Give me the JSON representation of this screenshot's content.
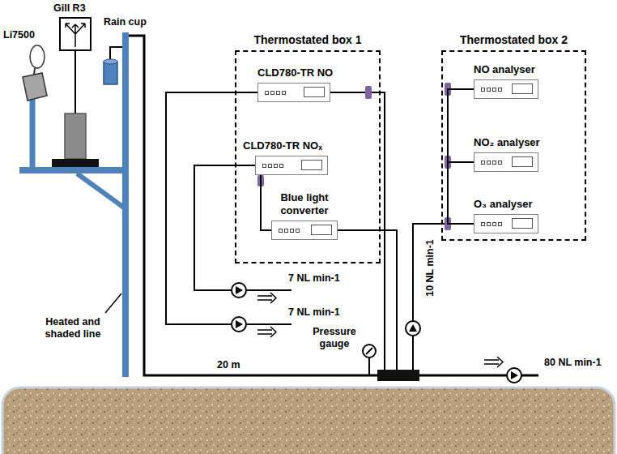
{
  "diagram": {
    "nodes": [
      {
        "text": [
          "Thermostated box 1"
        ]
      },
      {
        "text": [
          "CLD780-TR NO"
        ],
        "in": 0
      },
      {
        "text": [
          "CLD780-TR NOₓ"
        ],
        "in": 0
      },
      {
        "text": [
          "Blue light converter"
        ],
        "in": 0
      },
      {
        "text": [
          "Thermostated box 2"
        ]
      },
      {
        "text": [
          "NO analyser"
        ],
        "in": 4
      },
      {
        "text": [
          "NO₂ analyser"
        ],
        "in": 4
      },
      {
        "text": [
          "O₃ analyser"
        ],
        "in": 4
      }
    ],
    "edges": [
      {
        "from": 3,
        "to": 2,
        "arrow": "none"
      },
      {
        "from": 5,
        "to": 6,
        "arrow": "none"
      },
      {
        "from": 6,
        "to": 7,
        "arrow": "none"
      }
    ],
    "labels": [
      "Li7500",
      "Gill R3",
      "Rain cup",
      "7 NL min-1",
      "7 NL min-1",
      "10 NL min-1",
      "Heated and shaded line",
      "20 m",
      "Pressure gauge",
      "80 NL min-1"
    ]
  }
}
